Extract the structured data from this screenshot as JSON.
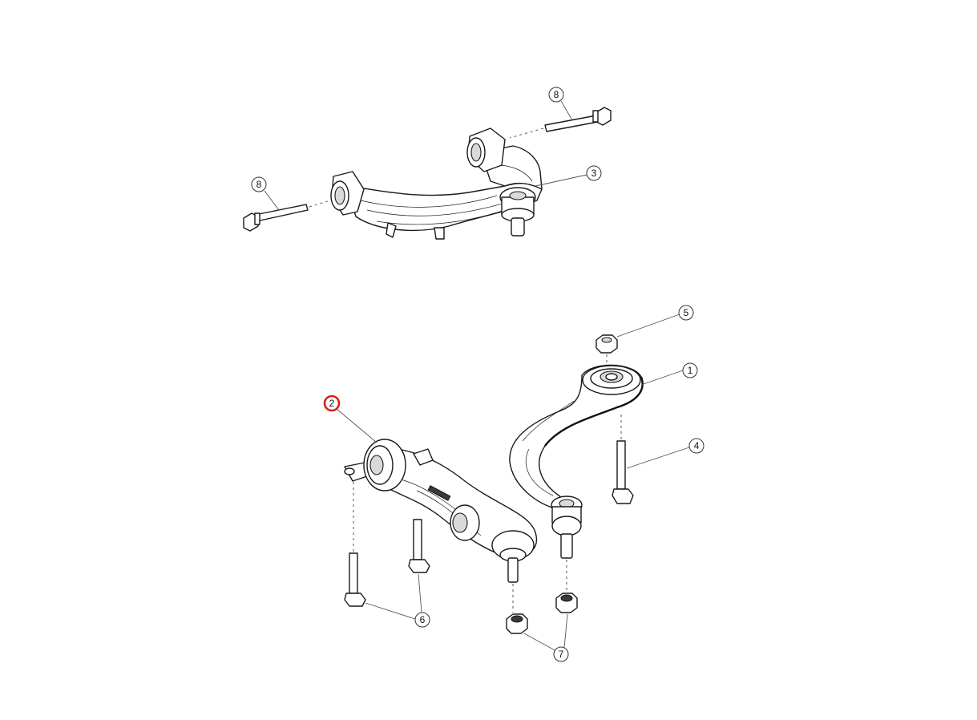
{
  "callouts": [
    {
      "id": "c8a",
      "label": "8"
    },
    {
      "id": "c8b",
      "label": "8"
    },
    {
      "id": "c3",
      "label": "3"
    },
    {
      "id": "c5",
      "label": "5"
    },
    {
      "id": "c1",
      "label": "1"
    },
    {
      "id": "c2",
      "label": "2",
      "highlighted": true,
      "highlight_color": "#e31b1b"
    },
    {
      "id": "c4",
      "label": "4"
    },
    {
      "id": "c6",
      "label": "6"
    },
    {
      "id": "c7",
      "label": "7"
    }
  ]
}
